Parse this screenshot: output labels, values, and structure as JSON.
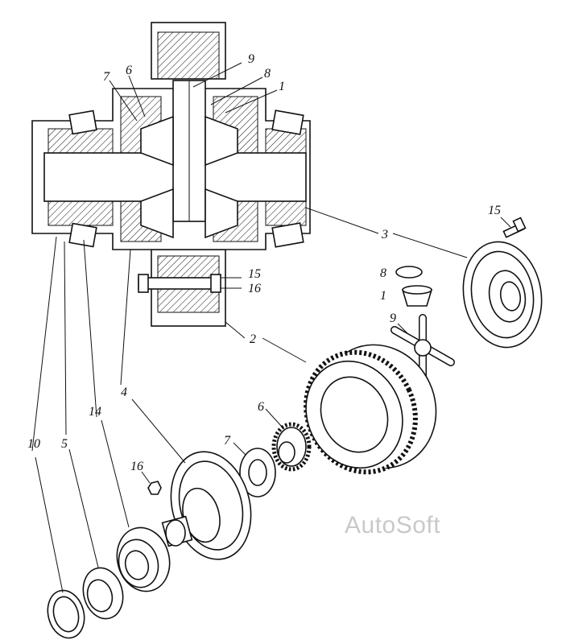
{
  "diagram": {
    "callouts": [
      {
        "id": "c9-top",
        "text": "9"
      },
      {
        "id": "c8-top",
        "text": "8"
      },
      {
        "id": "c1-top",
        "text": "1"
      },
      {
        "id": "c7-top",
        "text": "7"
      },
      {
        "id": "c6-top",
        "text": "6"
      },
      {
        "id": "c3",
        "text": "3"
      },
      {
        "id": "c15-right",
        "text": "15"
      },
      {
        "id": "c8-right",
        "text": "8"
      },
      {
        "id": "c1-right",
        "text": "1"
      },
      {
        "id": "c9-right",
        "text": "9"
      },
      {
        "id": "c15-mid",
        "text": "15"
      },
      {
        "id": "c16-mid",
        "text": "16"
      },
      {
        "id": "c2",
        "text": "2"
      },
      {
        "id": "c4",
        "text": "4"
      },
      {
        "id": "c6-low",
        "text": "6"
      },
      {
        "id": "c7-low",
        "text": "7"
      },
      {
        "id": "c16-low",
        "text": "16"
      },
      {
        "id": "c14",
        "text": "14"
      },
      {
        "id": "c5",
        "text": "5"
      },
      {
        "id": "c10",
        "text": "10"
      }
    ]
  },
  "watermark": {
    "text": "AutoSoft"
  },
  "colors": {
    "ink": "#111111",
    "watermark": "#c9c9c9",
    "background": "#ffffff"
  }
}
